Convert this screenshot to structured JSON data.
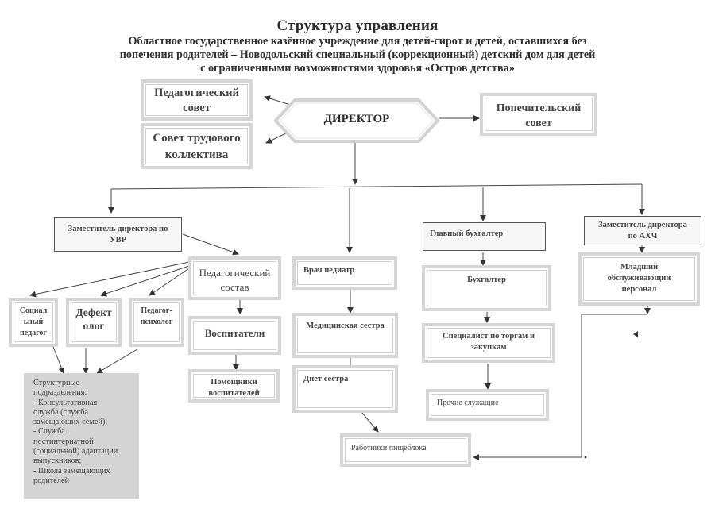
{
  "header": {
    "title": "Структура управления",
    "subtitle_lines": [
      "Областное государственное казённое учреждение для детей-сирот и детей, оставшихся без",
      "попечения родителей – Новодольский специальный   (коррекционный) детский дом для детей",
      "с  ограниченными возможностями здоровья «Остров детства»"
    ]
  },
  "nodes": {
    "director": "ДИРЕКТОР",
    "ped_council": [
      "Педагогический",
      "совет"
    ],
    "labor_council": [
      "Совет трудового",
      "коллектива"
    ],
    "trustee_council": [
      "Попечительский",
      "совет"
    ],
    "deputy_uvr": [
      "Заместитель директора по",
      "УВР"
    ],
    "pediatrician": "Врач педиатр",
    "chief_accountant": "Главный бухгалтер",
    "deputy_ahch": [
      "Заместитель директора",
      "по АХЧ"
    ],
    "ped_staff": [
      "Педагогический",
      "состав"
    ],
    "social_ped": [
      "Социал",
      "ьный",
      "педагог"
    ],
    "defectologist": [
      "Дефект",
      "олог"
    ],
    "psychologist": [
      "Педагог-",
      "психолог"
    ],
    "educators": "Воспитатели",
    "educator_assistants": [
      "Помощники",
      "воспитателей"
    ],
    "nurse": "Медицинская сестра",
    "diet_nurse": "Диет сестра",
    "kitchen_staff": "Работники пищеблока",
    "accountant": "Бухгалтер",
    "procurement": [
      "Специалист по торгам и",
      "закупкам"
    ],
    "other_staff": "Прочие служащие",
    "junior_staff": [
      "Младший",
      "обслуживающий",
      "персонал"
    ],
    "structural_units": [
      "Структурные",
      "подразделения:",
      "- Консультативная",
      "служба (служба",
      "замещающих семей);",
      "- Служба",
      "постинтернатной",
      "(социальной) адаптации",
      "выпускников;",
      "- Школа замещающих",
      "родителей"
    ]
  }
}
